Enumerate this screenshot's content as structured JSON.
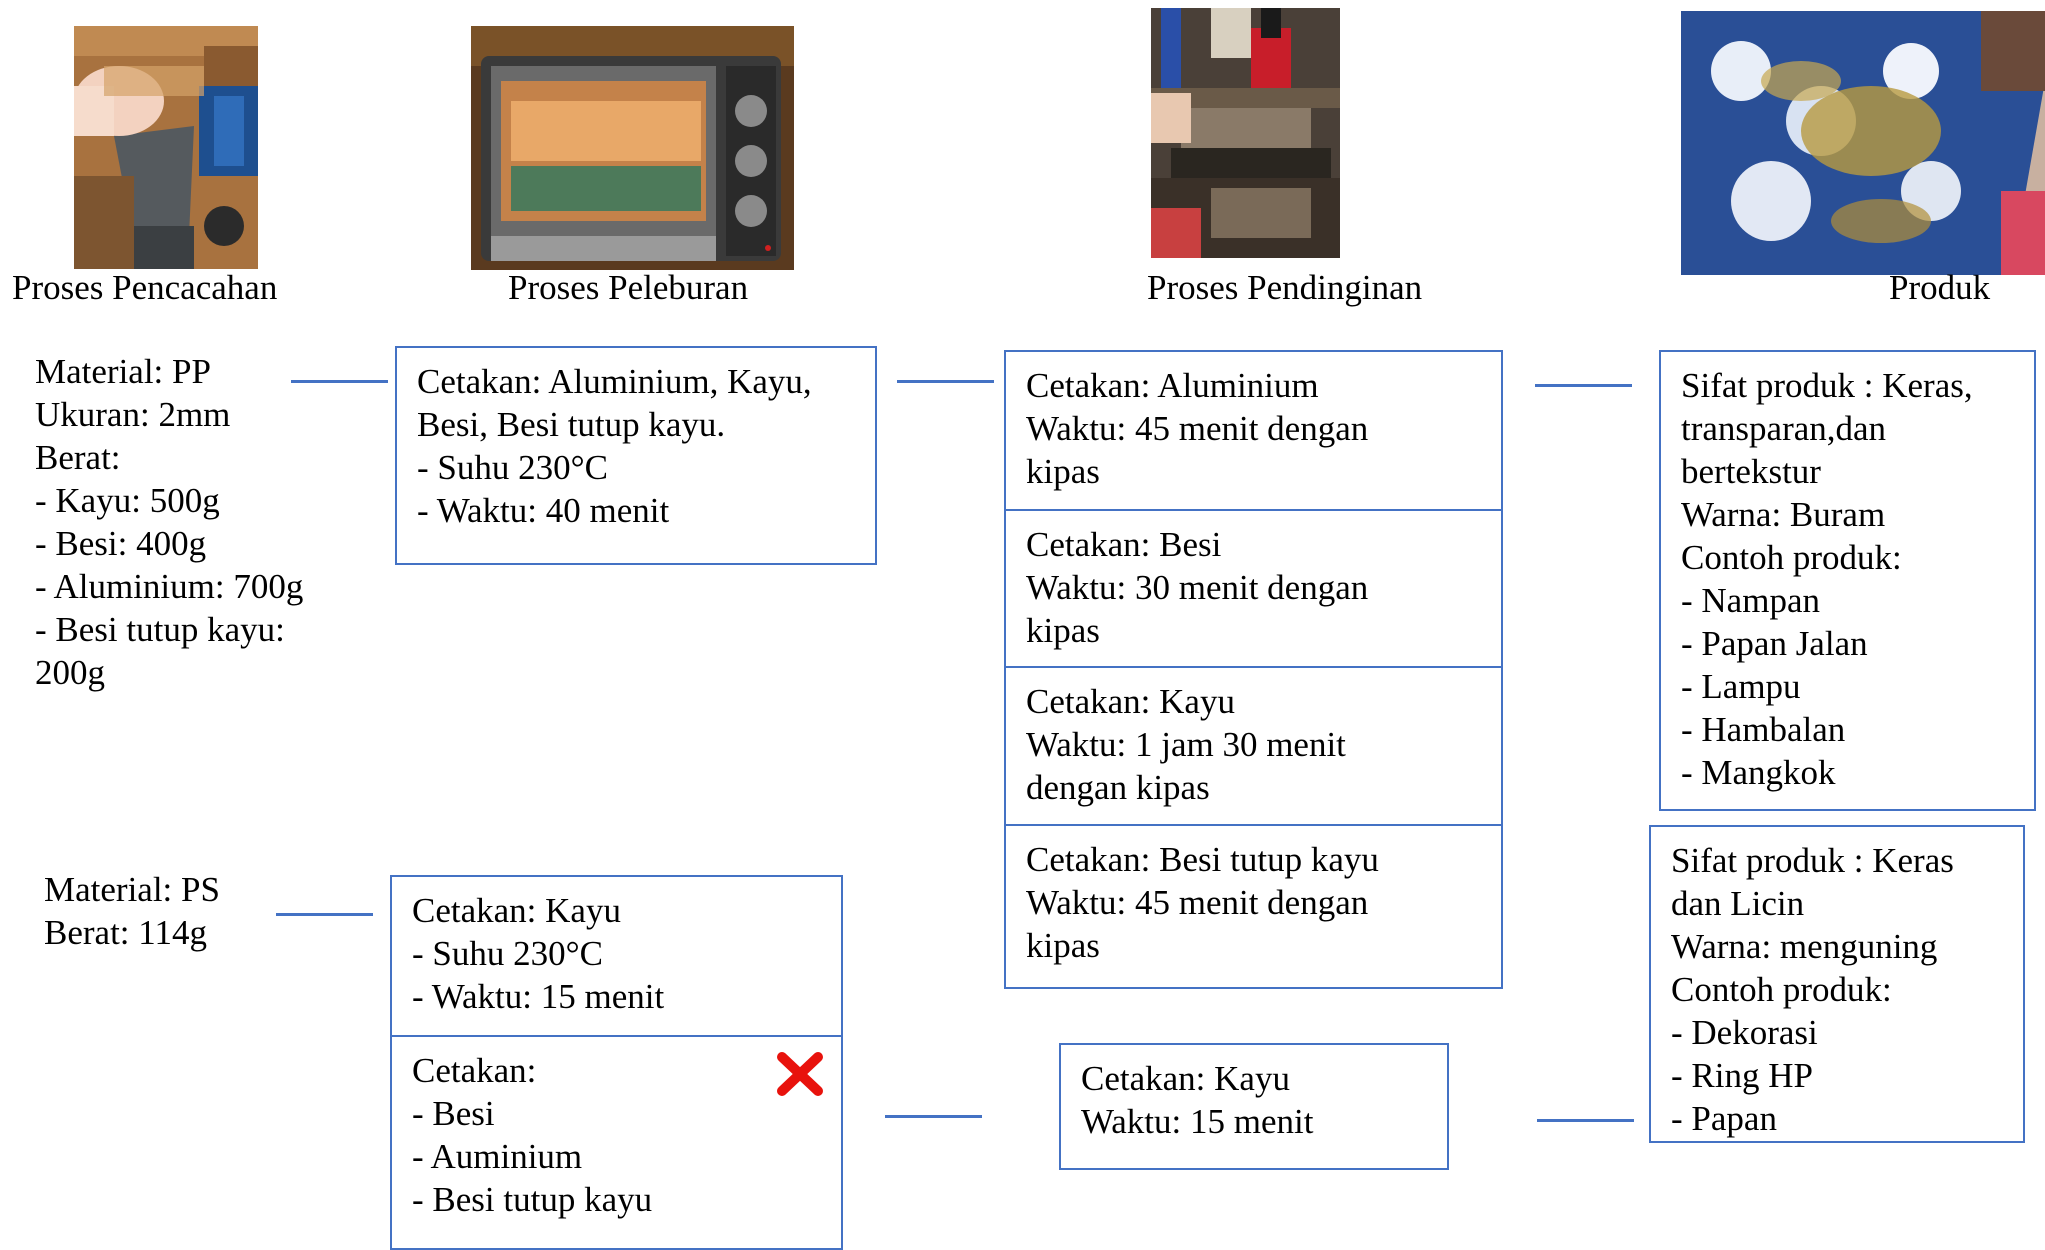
{
  "captions": {
    "pencacahan": "Proses Pencacahan",
    "peleburan": "Proses Peleburan",
    "pendinginan": "Proses Pendinginan",
    "produk": "Produk"
  },
  "pp_material": {
    "lines": [
      "Material: PP",
      "Ukuran: 2mm",
      "Berat:",
      "- Kayu: 500g",
      "- Besi: 400g",
      "- Aluminium: 700g",
      "- Besi tutup kayu:",
      "200g"
    ]
  },
  "ps_material": {
    "lines": [
      "Material: PS",
      "Berat: 114g"
    ]
  },
  "pp_melting": {
    "lines": [
      "Cetakan: Aluminium, Kayu,",
      "Besi, Besi tutup kayu.",
      "- Suhu 230°C",
      "- Waktu: 40 menit"
    ]
  },
  "ps_melting_ok": {
    "lines": [
      "Cetakan: Kayu",
      "- Suhu 230°C",
      "- Waktu: 15 menit"
    ]
  },
  "ps_melting_fail": {
    "lines": [
      "Cetakan:",
      "- Besi",
      "- Auminium",
      "- Besi tutup kayu"
    ]
  },
  "pp_cooling": [
    {
      "lines": [
        "Cetakan: Aluminium",
        "Waktu: 45 menit dengan",
        "kipas"
      ]
    },
    {
      "lines": [
        "Cetakan: Besi",
        "Waktu: 30 menit dengan",
        "kipas"
      ]
    },
    {
      "lines": [
        "Cetakan: Kayu",
        "Waktu: 1 jam 30 menit",
        "dengan kipas"
      ]
    },
    {
      "lines": [
        "Cetakan: Besi tutup kayu",
        "Waktu: 45 menit dengan",
        "kipas"
      ]
    }
  ],
  "ps_cooling": {
    "lines": [
      "Cetakan: Kayu",
      "Waktu: 15 menit"
    ]
  },
  "pp_product": {
    "lines": [
      "Sifat produk : Keras,",
      "transparan,dan",
      "bertekstur",
      "Warna: Buram",
      "Contoh produk:",
      "- Nampan",
      "- Papan Jalan",
      "- Lampu",
      "- Hambalan",
      "- Mangkok"
    ]
  },
  "ps_product": {
    "lines": [
      "Sifat produk : Keras",
      "dan Licin",
      "Warna: menguning",
      "Contoh produk:",
      "- Dekorasi",
      "- Ring HP",
      "- Papan"
    ]
  },
  "colors": {
    "border": "#4472c4",
    "fail_mark": "#e8120c"
  },
  "icons": {
    "fail_mark": "cross-mark-icon"
  }
}
